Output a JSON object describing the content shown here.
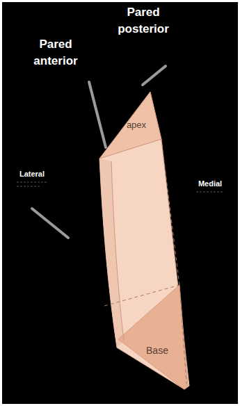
{
  "diagram": {
    "labels": [
      "Pared posterior",
      "Pared anterior",
      "apex",
      "Lateral",
      "Medial",
      "Base"
    ]
  }
}
